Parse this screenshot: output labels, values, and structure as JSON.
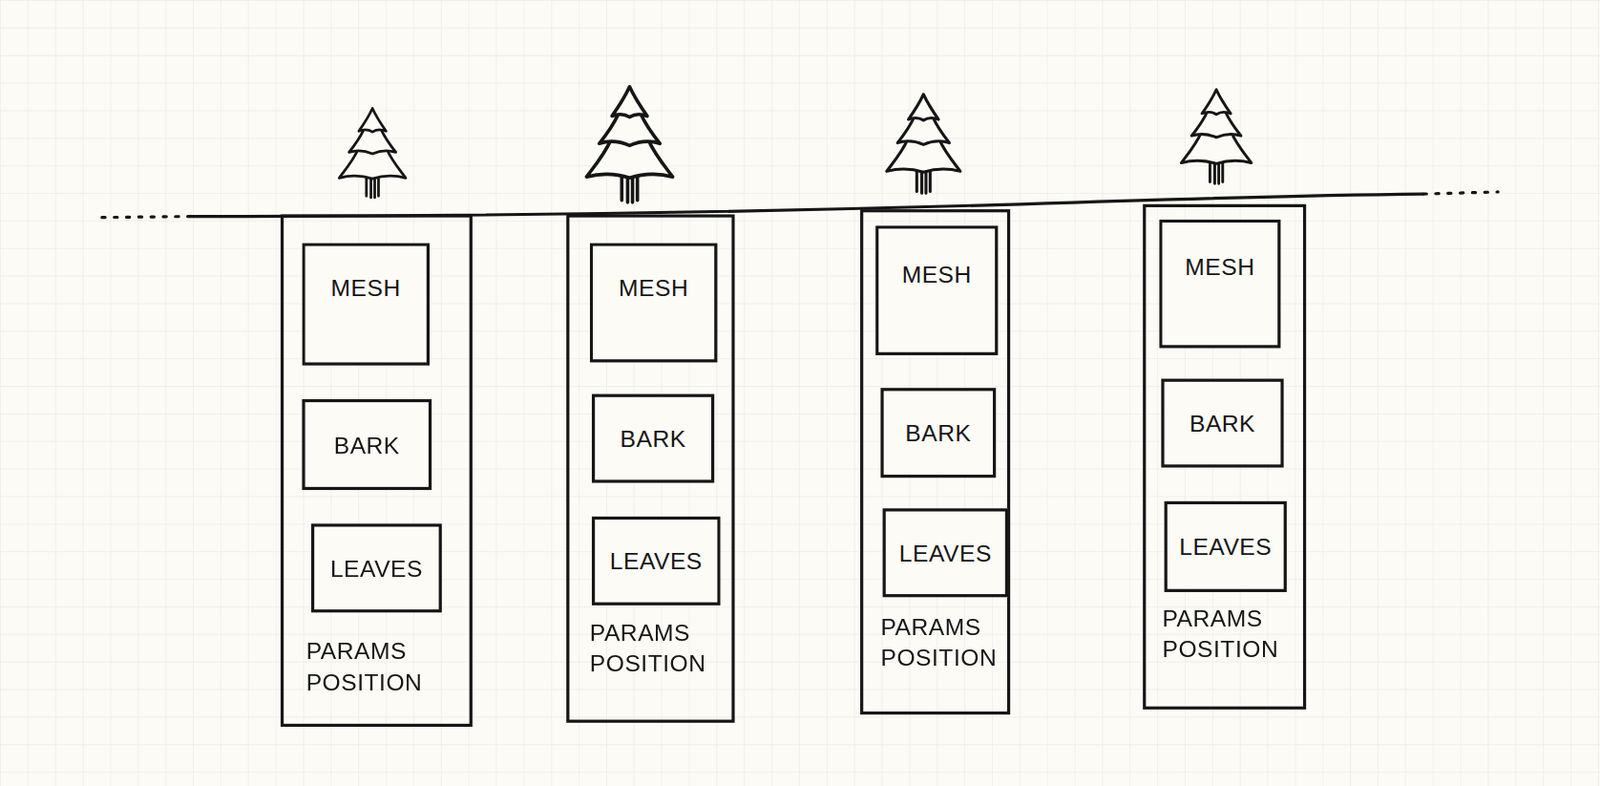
{
  "diagram": {
    "nodes": [
      {
        "text": [
          "PARAMS POSITION"
        ]
      },
      {
        "text": [
          "MESH"
        ],
        "in": 0
      },
      {
        "text": [
          "BARK"
        ],
        "in": 0
      },
      {
        "text": [
          "LEAVES"
        ],
        "in": 0
      },
      {
        "text": [
          "PARAMS POSITION"
        ]
      },
      {
        "text": [
          "MESH"
        ],
        "in": 4
      },
      {
        "text": [
          "BARK"
        ],
        "in": 4
      },
      {
        "text": [
          "LEAVES"
        ],
        "in": 4
      },
      {
        "text": [
          "PARAMS POSITION"
        ]
      },
      {
        "text": [
          "MESH"
        ],
        "in": 8
      },
      {
        "text": [
          "BARK"
        ],
        "in": 8
      },
      {
        "text": [
          "LEAVES"
        ],
        "in": 8
      },
      {
        "text": [
          "PARAMS POSITION"
        ]
      },
      {
        "text": [
          "MESH"
        ],
        "in": 12
      },
      {
        "text": [
          "BARK"
        ],
        "in": 12
      },
      {
        "text": [
          "LEAVES"
        ],
        "in": 12
      }
    ]
  }
}
